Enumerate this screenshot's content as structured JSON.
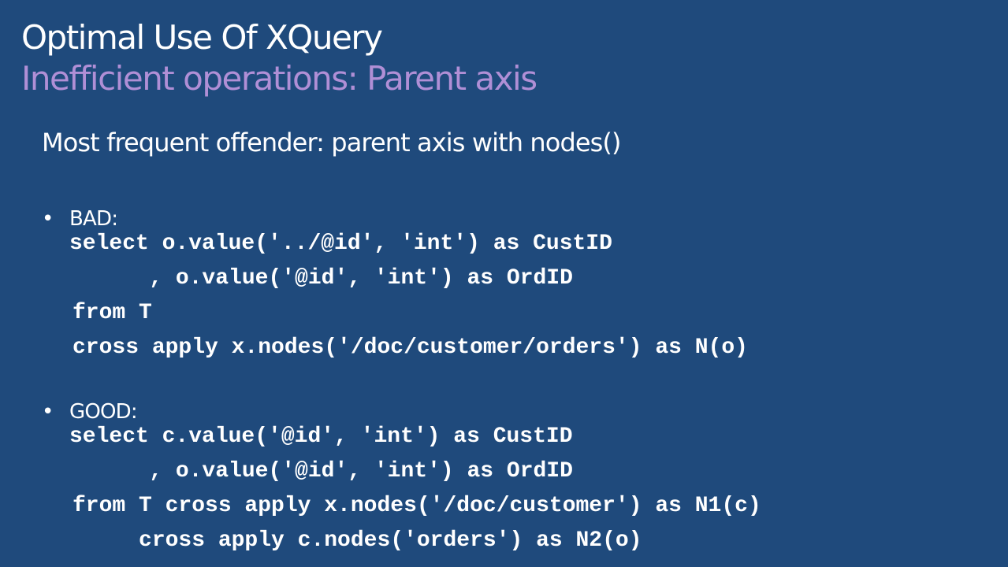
{
  "slide": {
    "title": "Optimal Use Of XQuery",
    "subtitle": "Inefficient operations:  Parent axis",
    "intro": "Most frequent offender: parent axis with nodes()",
    "bullet_char": "•",
    "bad": {
      "label": "BAD:",
      "code": [
        "select o.value('../@id', 'int') as CustID",
        "    , o.value('@id', 'int') as OrdID",
        "from T",
        "cross apply x.nodes('/doc/customer/orders') as N(o)"
      ]
    },
    "good": {
      "label": "GOOD:",
      "code": [
        "select c.value('@id', 'int') as CustID",
        "    , o.value('@id', 'int') as OrdID",
        "from T cross apply x.nodes('/doc/customer') as N1(c)",
        "     cross apply c.nodes('orders') as N2(o)"
      ]
    }
  }
}
